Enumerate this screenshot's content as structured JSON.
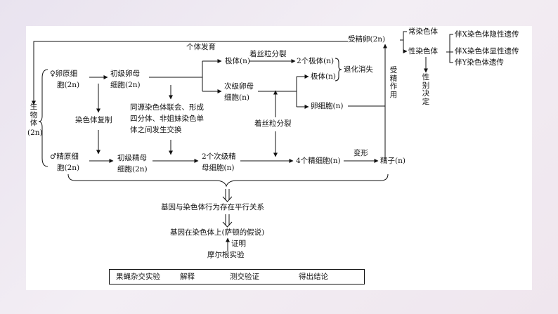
{
  "labels": {
    "shoujingluan": "受精卵(2n)",
    "getifayu": "个体发育",
    "chang_ranseti": "常染色体",
    "xing_ranseti": "性染色体",
    "x_yinxing": "伴X染色体隐性遗传",
    "x_xianxing": "伴X染色体显性遗传",
    "y_yichuan": "伴Y染色体遗传",
    "xingbiejueding": "性别决定",
    "shoujingzuoyong": "受精作用",
    "shengwuti": "生物体",
    "shengwuti_2n": "(2n)",
    "luanyuan_1": "♀卵原细",
    "luanyuan_2": "胞(2n)",
    "chuji_luanmu_1": "初级卵母",
    "chuji_luanmu_2": "细胞(2n)",
    "jiti_top": "极体(n)",
    "ruosili_top": "着丝粒分裂",
    "two_jiti": "2个极体(n)",
    "tuihua": "退化消失",
    "ciji_luanmu_1": "次级卵母",
    "ciji_luanmu_2": "细胞(n)",
    "jiti_mid": "极体(n)",
    "luanxibao": "卵细胞(n)",
    "ranseti_fuzhi": "染色体复制",
    "lianhui_1": "同源染色体联会、形成",
    "lianhui_2": "四分体、非姐妹染色单",
    "lianhui_3": "体之间发生交换",
    "ruosili_mid": "着丝粒分裂",
    "jingyuan_1": "♂精原细",
    "jingyuan_2": "胞(2n)",
    "chuji_jingmu_1": "初级精母",
    "chuji_jingmu_2": "细胞(2n)",
    "ciji_jingmu_1": "2个次级精",
    "ciji_jingmu_2": "母细胞(n)",
    "four_jingxibao": "4个精细胞(n)",
    "bianxing": "变形",
    "jingzi": "精子(n)",
    "pingxing": "基因与染色体行为存在平行关系",
    "sadun": "基因在染色体上(萨顿的假说)",
    "zhengming": "证明",
    "moergen": "摩尔根实验",
    "guoying": "果蝇杂交实验",
    "jieshi": "解释",
    "cejiao": "测交验证",
    "jielun": "得出结论"
  },
  "colors": {
    "line": "#111111",
    "card": "#ffffff",
    "background": "#ece5ef"
  }
}
